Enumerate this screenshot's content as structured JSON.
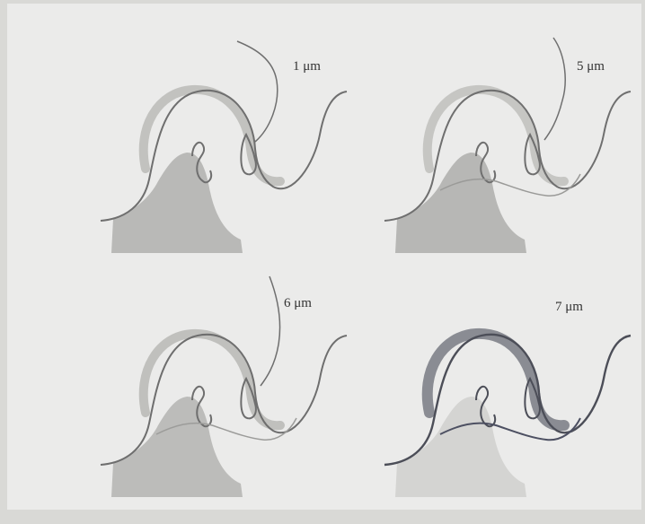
{
  "panels": [
    {
      "label": "1 μm",
      "shade": "#b9b9b7",
      "film": "#c2c2bf",
      "outline": "#6f6f6f",
      "inner": "none"
    },
    {
      "label": "5 μm",
      "shade": "#b7b7b5",
      "film": "#c6c6c3",
      "outline": "#6f6f6f",
      "inner": "#9a9a98"
    },
    {
      "label": "6 μm",
      "shade": "#bcbcba",
      "film": "#c0c0bd",
      "outline": "#6e6e6e",
      "inner": "#9c9c9a"
    },
    {
      "label": "7 μm",
      "shade": "#d4d4d2",
      "film": "#8a8c93",
      "outline": "#4c4e58",
      "inner": "#4d5062"
    }
  ]
}
